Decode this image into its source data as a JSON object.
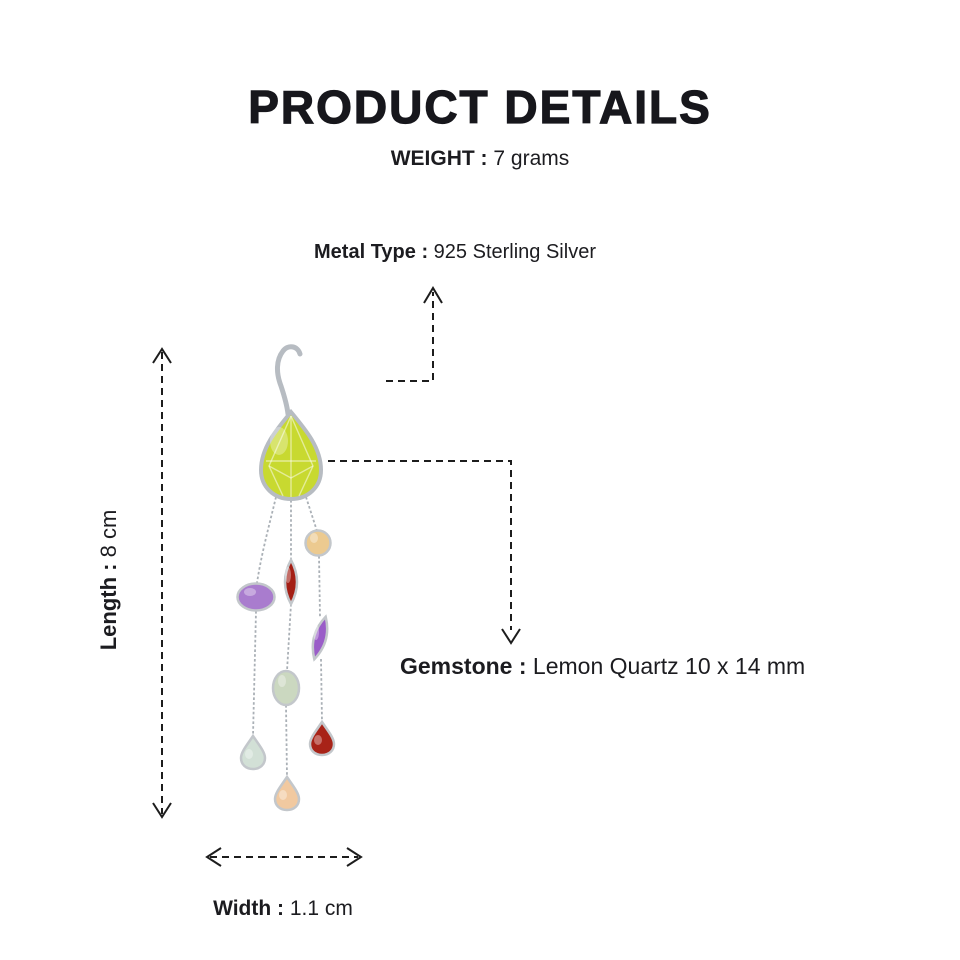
{
  "title": "PRODUCT DETAILS",
  "specs": {
    "weight": {
      "label": "WEIGHT :",
      "value": "7 grams"
    },
    "metal_type": {
      "label": "Metal Type :",
      "value": "925 Sterling Silver"
    },
    "gemstone": {
      "label": "Gemstone :",
      "value": "Lemon Quartz 10 x 14 mm"
    },
    "length": {
      "label": "Length :",
      "value": "8 cm"
    },
    "width": {
      "label": "Width :",
      "value": "1.1 cm"
    }
  },
  "illustration": {
    "item": "multi-gemstone drop earring",
    "metal_color": "#b7bcc2",
    "chain_color": "#aab0b6",
    "annotation_color": "#1d1d1d",
    "gems": [
      {
        "name": "lemon-quartz-pear",
        "color": "#c8d930"
      },
      {
        "name": "champagne-round",
        "color": "#ecca90"
      },
      {
        "name": "garnet-marquise",
        "color": "#a41f15"
      },
      {
        "name": "amethyst-oval",
        "color": "#a97cce"
      },
      {
        "name": "amethyst-marquise",
        "color": "#9a5dc8"
      },
      {
        "name": "green-amethyst-oval",
        "color": "#cbd8c0"
      },
      {
        "name": "garnet-pear",
        "color": "#a82318"
      },
      {
        "name": "green-amethyst-pear",
        "color": "#d2e0d6"
      },
      {
        "name": "citrine-pear",
        "color": "#f1c9a0"
      }
    ]
  }
}
